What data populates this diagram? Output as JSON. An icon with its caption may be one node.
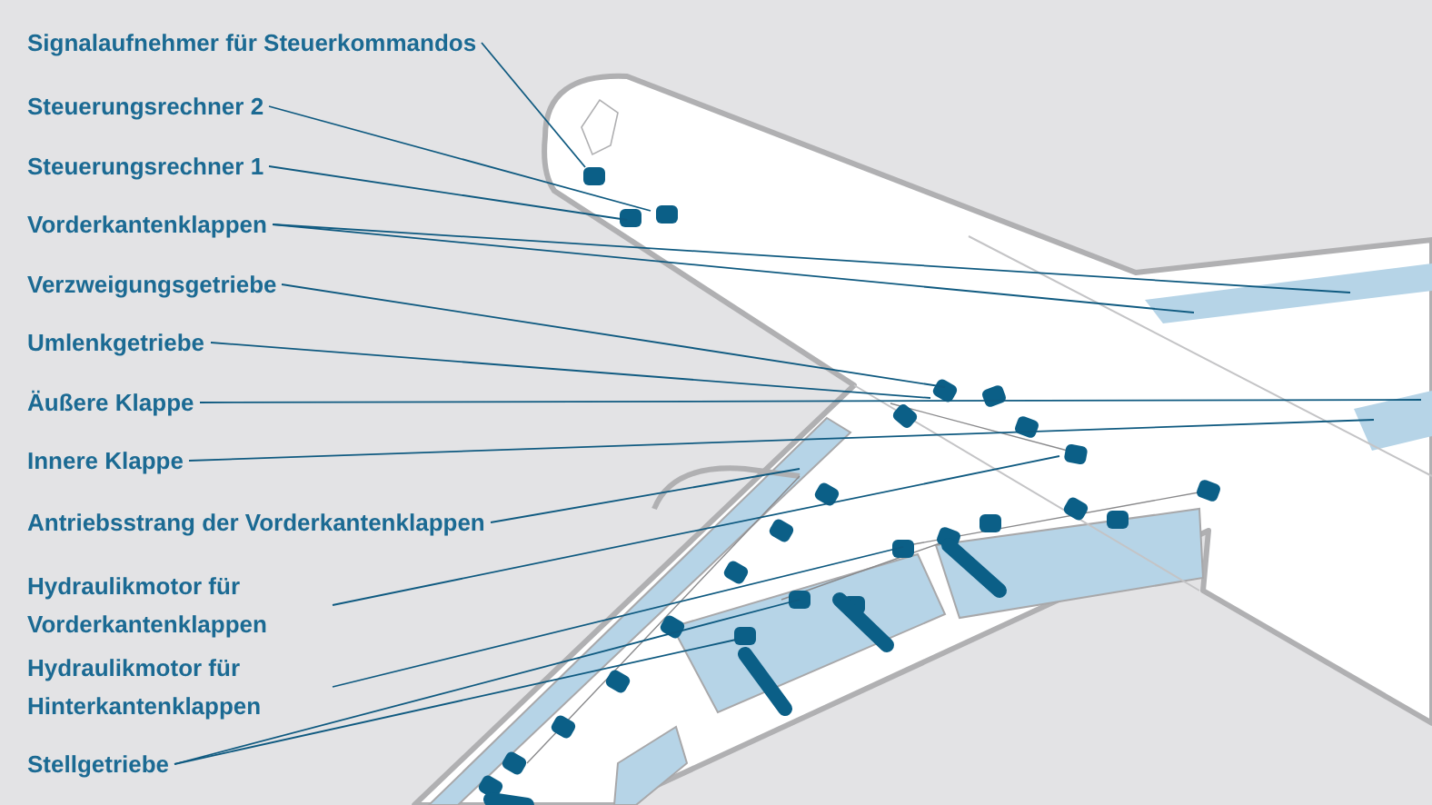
{
  "diagram": {
    "nodes": [
      {
        "text": [
          "Signalaufnehmer für Steuerkommandos"
        ]
      },
      {
        "text": [
          "Steuerungsrechner 2"
        ]
      },
      {
        "text": [
          "Steuerungsrechner 1"
        ]
      },
      {
        "text": [
          "Vorderkantenklappen"
        ]
      },
      {
        "text": [
          "Verzweigungsgetriebe"
        ]
      },
      {
        "text": [
          "Umlenkgetriebe"
        ]
      },
      {
        "text": [
          "Äußere Klappe"
        ]
      },
      {
        "text": [
          "Innere Klappe"
        ]
      },
      {
        "text": [
          "Antriebsstrang der Vorderkantenklappen"
        ]
      },
      {
        "text": [
          "Hydraulikmotor für Vorderkantenklappen"
        ]
      },
      {
        "text": [
          "Hydraulikmotor für Hinterkantenklappen"
        ]
      },
      {
        "text": [
          "Stellgetriebe"
        ]
      }
    ],
    "edges": [
      {
        "from": 0,
        "to": null,
        "arrow": "none"
      },
      {
        "from": 1,
        "to": null,
        "arrow": "none"
      },
      {
        "from": 2,
        "to": null,
        "arrow": "none"
      },
      {
        "from": 3,
        "to": null,
        "arrow": "none"
      },
      {
        "from": 3,
        "to": null,
        "arrow": "none"
      },
      {
        "from": 4,
        "to": null,
        "arrow": "none"
      },
      {
        "from": 5,
        "to": null,
        "arrow": "none"
      },
      {
        "from": 6,
        "to": null,
        "arrow": "none"
      },
      {
        "from": 7,
        "to": null,
        "arrow": "none"
      },
      {
        "from": 8,
        "to": null,
        "arrow": "none"
      },
      {
        "from": 9,
        "to": null,
        "arrow": "none"
      },
      {
        "from": 10,
        "to": null,
        "arrow": "none"
      },
      {
        "from": 11,
        "to": null,
        "arrow": "none"
      },
      {
        "from": 11,
        "to": null,
        "arrow": "none"
      }
    ]
  }
}
